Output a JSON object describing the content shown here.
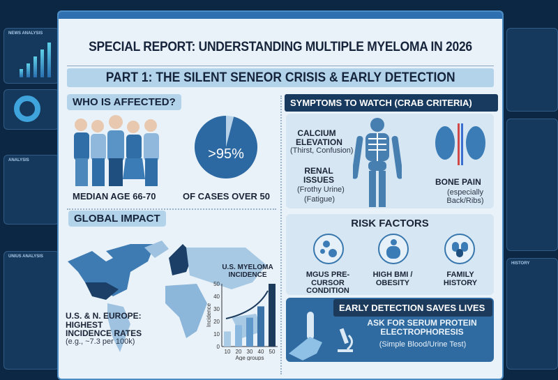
{
  "background": {
    "panels": [
      "NEWS ANALYSIS",
      "ANALYSIS",
      "UNIUS ANALYSIS",
      "HISTORY"
    ]
  },
  "title": "SPECIAL REPORT: UNDERSTANDING MULTIPLE MYELOMA IN 2026",
  "part": "PART 1: THE SILENT SENEOR CRISIS & EARLY DETECTION",
  "who": {
    "heading": "WHO IS AFFECTED?",
    "median": "MEDIAN AGE 66-70",
    "pie_value": ">95%",
    "pie_fraction": 0.96,
    "pie_caption": "OF CASES OVER 50"
  },
  "global": {
    "heading": "GLOBAL IMPACT",
    "callout_title": "U.S. & N. EUROPE: HIGHEST INCIDENCE RATES",
    "callout_sub": "(e.g., ~7.3 per 100k)"
  },
  "chart_data": {
    "type": "bar",
    "title": "U.S. MYELOMA INCIDENCE",
    "xlabel": "Age groups",
    "ylabel": "Incidence",
    "categories": [
      "10",
      "20",
      "30",
      "40",
      "50"
    ],
    "values": [
      12,
      17,
      23,
      32,
      50
    ],
    "ylim": [
      0,
      50
    ],
    "yticks": [
      "0",
      "10",
      "20",
      "30",
      "40",
      "50"
    ]
  },
  "symptoms": {
    "heading": "SYMPTOMS TO WATCH (CRAB CRITERIA)",
    "calcium": {
      "title": "CALCIUM ELEVATION",
      "sub": "(Thirst, Confusion)"
    },
    "renal": {
      "title": "RENAL ISSUES",
      "sub1": "(Frothy Urine)",
      "sub2": "(Fatigue)"
    },
    "bone": {
      "title": "BONE PAIN",
      "sub": "(especially Back/Ribs)"
    }
  },
  "risk": {
    "heading": "RISK FACTORS",
    "items": [
      "MGUS PRE-CURSOR CONDITION",
      "HIGH BMI / OBESITY",
      "FAMILY HISTORY"
    ]
  },
  "early": {
    "heading": "EARLY DETECTION SAVES LIVES",
    "action": "ASK FOR SERUM PROTEIN ELECTROPHORESIS",
    "sub": "(Simple Blood/Urine Test)"
  },
  "colors": {
    "navy": "#183a5e",
    "accent": "#2f6ea6",
    "light": "#b3d3ea"
  }
}
